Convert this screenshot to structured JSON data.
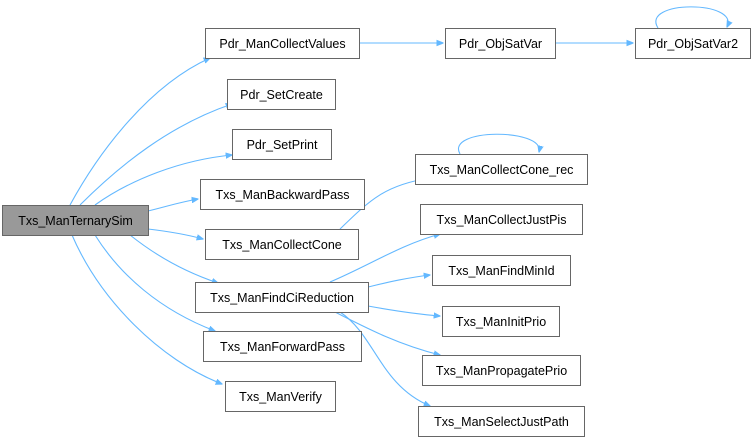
{
  "diagram": {
    "type": "call-graph",
    "root": "Txs_ManTernarySim",
    "nodes": [
      {
        "id": "root",
        "label": "Txs_ManTernarySim",
        "root": true
      },
      {
        "id": "mcv",
        "label": "Pdr_ManCollectValues"
      },
      {
        "id": "osv",
        "label": "Pdr_ObjSatVar"
      },
      {
        "id": "osv2",
        "label": "Pdr_ObjSatVar2"
      },
      {
        "id": "sc",
        "label": "Pdr_SetCreate"
      },
      {
        "id": "sp",
        "label": "Pdr_SetPrint"
      },
      {
        "id": "bp",
        "label": "Txs_ManBackwardPass"
      },
      {
        "id": "mcc",
        "label": "Txs_ManCollectCone"
      },
      {
        "id": "mccr",
        "label": "Txs_ManCollectCone_rec"
      },
      {
        "id": "fcr",
        "label": "Txs_ManFindCiReduction"
      },
      {
        "id": "mcjp",
        "label": "Txs_ManCollectJustPis"
      },
      {
        "id": "fmi",
        "label": "Txs_ManFindMinId"
      },
      {
        "id": "mip",
        "label": "Txs_ManInitPrio"
      },
      {
        "id": "mpp",
        "label": "Txs_ManPropagatePrio"
      },
      {
        "id": "msjp",
        "label": "Txs_ManSelectJustPath"
      },
      {
        "id": "fp",
        "label": "Txs_ManForwardPass"
      },
      {
        "id": "mv",
        "label": "Txs_ManVerify"
      }
    ],
    "edges": [
      {
        "from": "root",
        "to": "mcv"
      },
      {
        "from": "root",
        "to": "sc"
      },
      {
        "from": "root",
        "to": "sp"
      },
      {
        "from": "root",
        "to": "bp"
      },
      {
        "from": "root",
        "to": "mcc"
      },
      {
        "from": "root",
        "to": "fcr"
      },
      {
        "from": "root",
        "to": "fp"
      },
      {
        "from": "root",
        "to": "mv"
      },
      {
        "from": "mcv",
        "to": "osv"
      },
      {
        "from": "osv",
        "to": "osv2"
      },
      {
        "from": "osv2",
        "to": "osv2"
      },
      {
        "from": "mcc",
        "to": "mccr"
      },
      {
        "from": "mccr",
        "to": "mccr"
      },
      {
        "from": "fcr",
        "to": "mcjp"
      },
      {
        "from": "fcr",
        "to": "fmi"
      },
      {
        "from": "fcr",
        "to": "mip"
      },
      {
        "from": "fcr",
        "to": "mpp"
      },
      {
        "from": "fcr",
        "to": "msjp"
      }
    ],
    "colors": {
      "edge": "#63b8ff",
      "node_border": "#666666",
      "root_fill": "#999999",
      "node_fill": "#ffffff"
    }
  }
}
